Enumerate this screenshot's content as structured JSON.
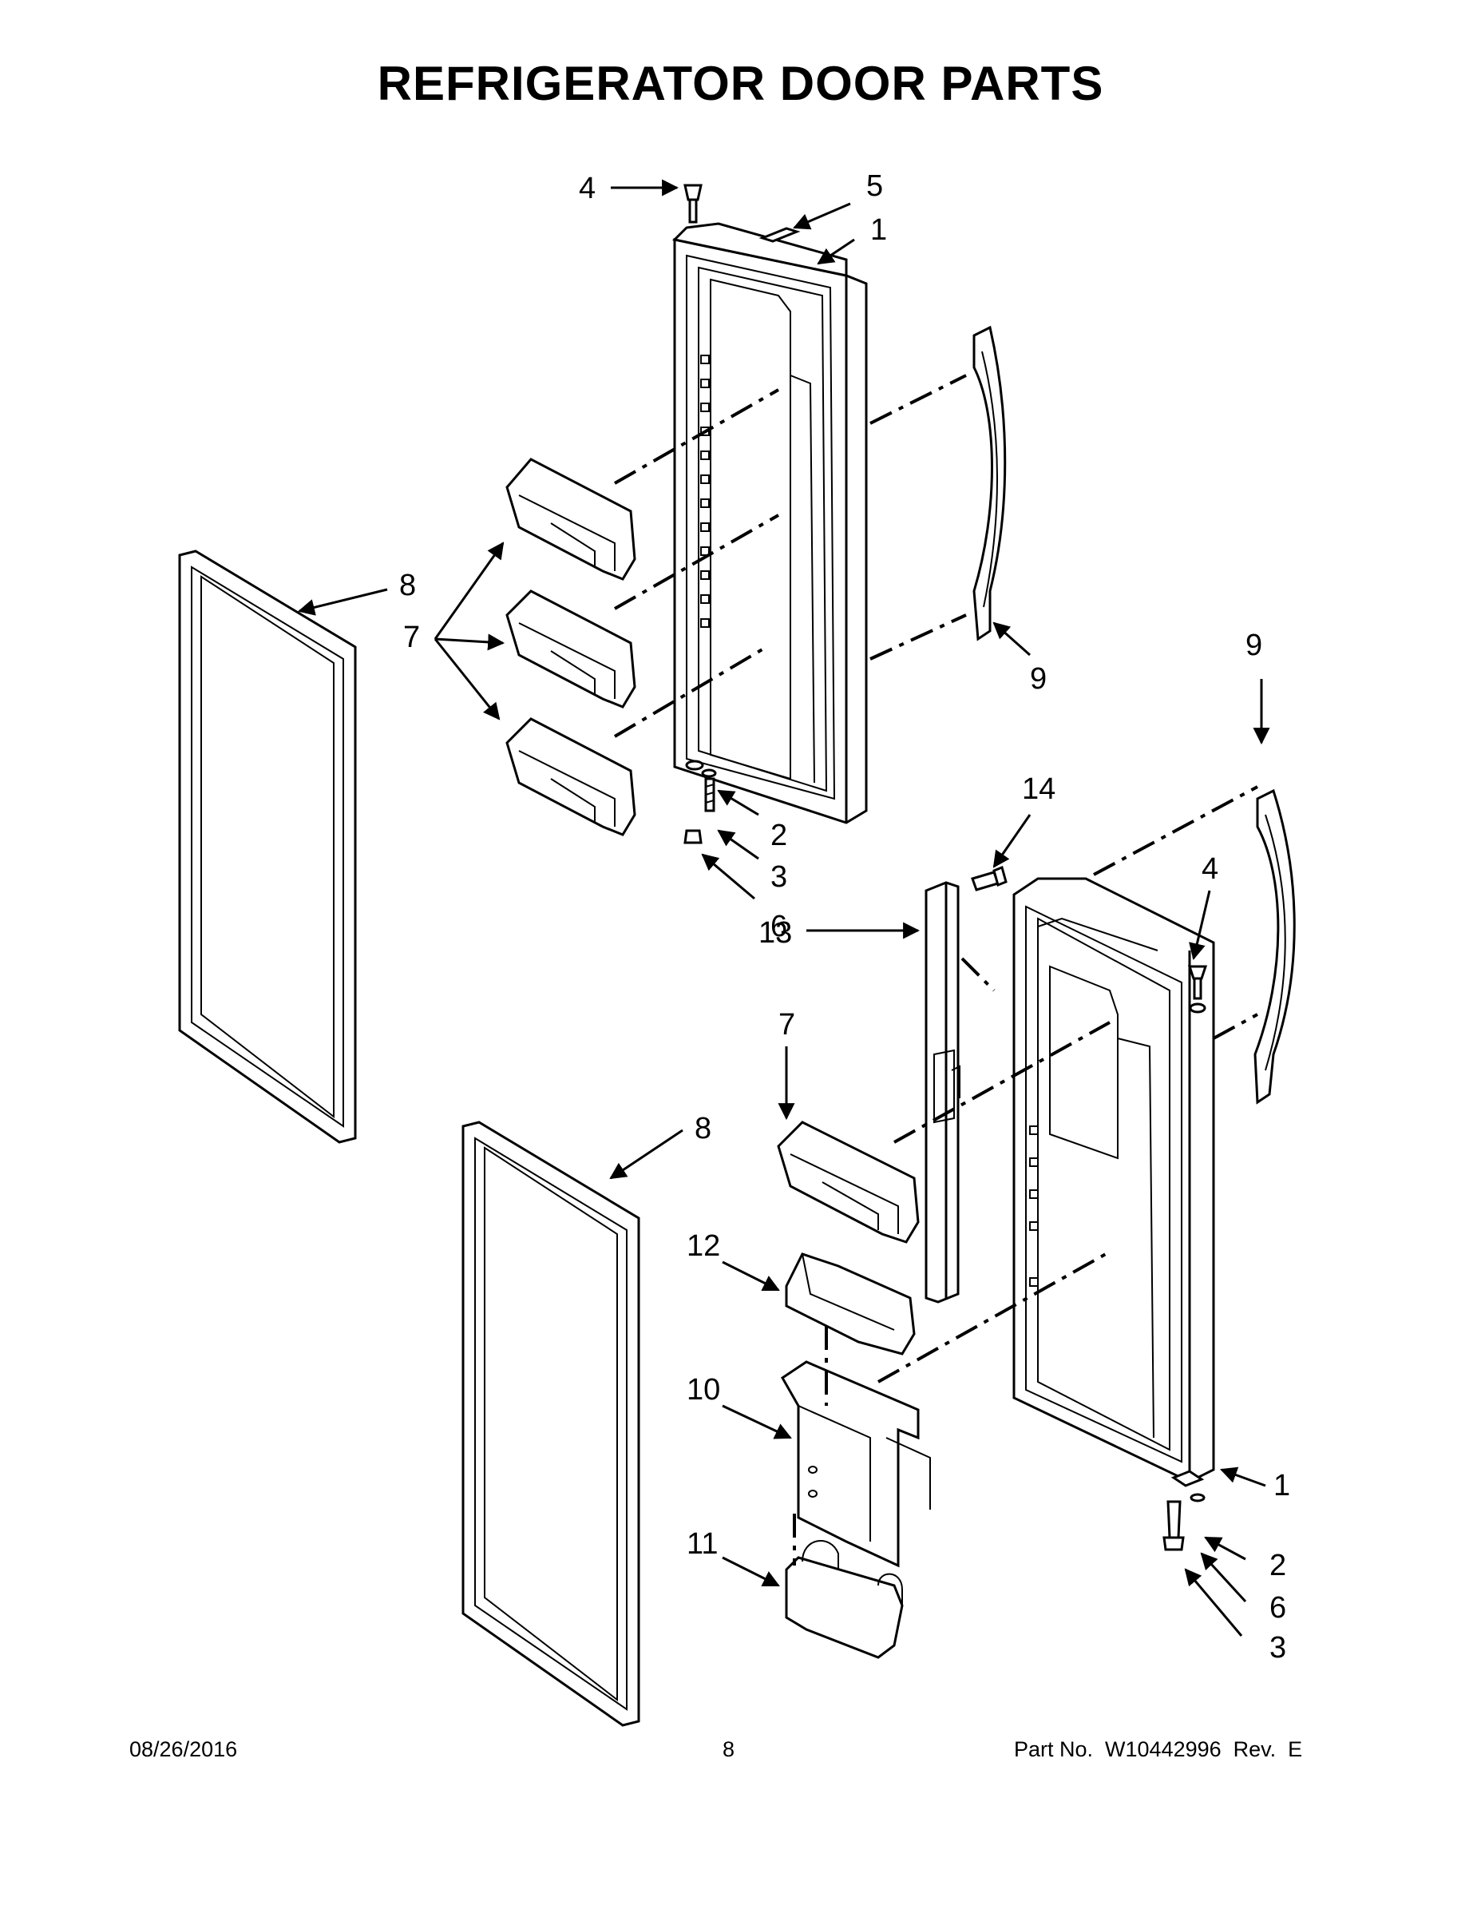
{
  "title": "REFRIGERATOR DOOR PARTS",
  "callouts": {
    "c4a": "4",
    "c5": "5",
    "c1a": "1",
    "c8a": "8",
    "c7a": "7",
    "c9a": "9",
    "c2a": "2",
    "c3a": "3",
    "c6a": "6",
    "c9b": "9",
    "c14": "14",
    "c4b": "4",
    "c13": "13",
    "c7b": "7",
    "c8b": "8",
    "c12": "12",
    "c10": "10",
    "c11": "11",
    "c1b": "1",
    "c2b": "2",
    "c6b": "6",
    "c3b": "3"
  },
  "footer": {
    "date": "08/26/2016",
    "page": "8",
    "part_no": "Part No.  W10442996  Rev.  E"
  }
}
